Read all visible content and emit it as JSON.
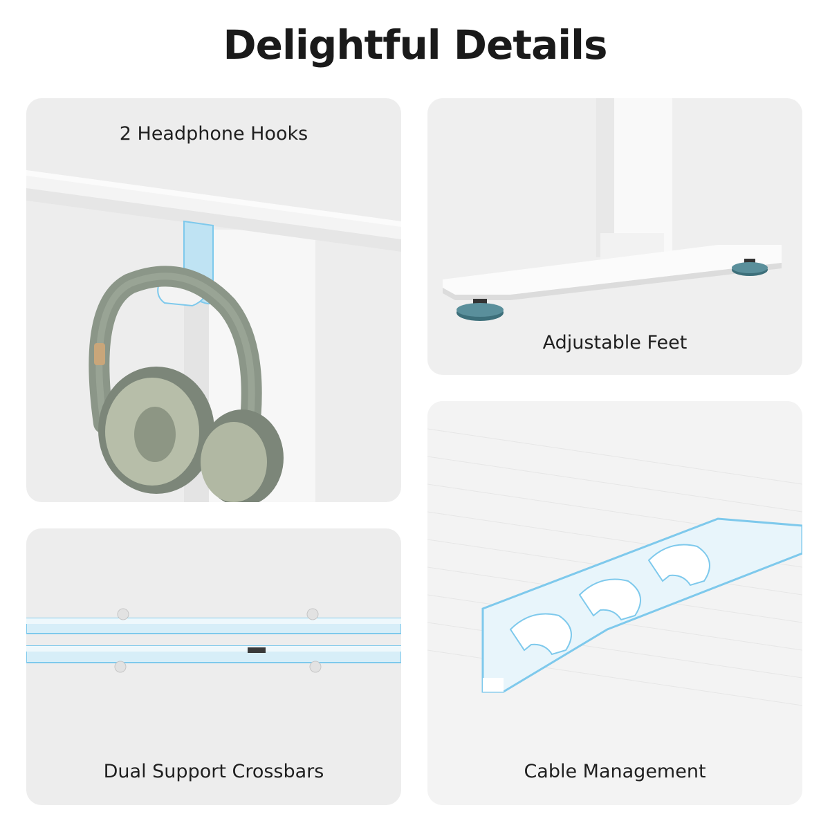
{
  "page": {
    "title": "Delightful Details"
  },
  "features": {
    "headphone_hooks": "2 Headphone Hooks",
    "adjustable_feet": "Adjustable Feet",
    "crossbars": "Dual Support Crossbars",
    "cable_management": "Cable Management"
  },
  "colors": {
    "card_background": "#ededed",
    "highlight_blue": "#7ec9ec",
    "headphone_green": "#8b9688",
    "foot_teal": "#3d6f7a"
  }
}
